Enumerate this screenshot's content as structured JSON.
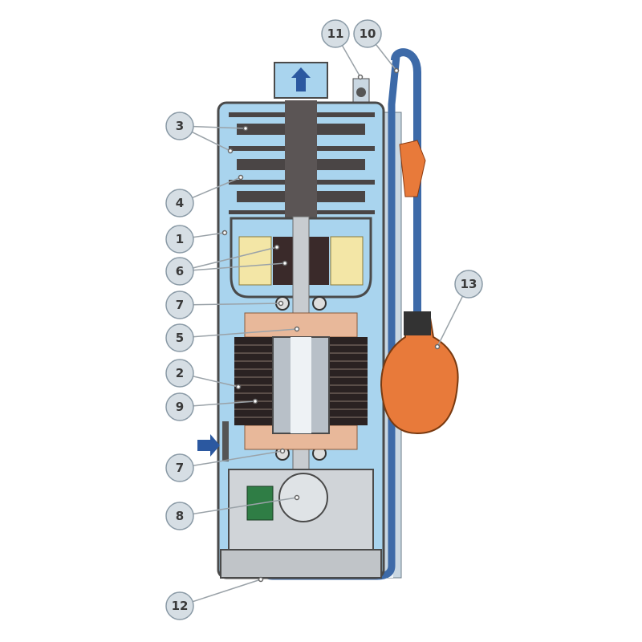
{
  "colors": {
    "water": "#a9d4ee",
    "casing": "#5a5a5a",
    "impeller": "#4a4545",
    "hose": "#3d6aa8",
    "float": "#e87a3a",
    "winding": "#e8b89a",
    "capacitor": "#2f7d45",
    "callout_fill": "#d6dee4",
    "callout_stroke": "#8a9aa6",
    "flow_arrow": "#2b58a0"
  },
  "callouts": [
    {
      "label": "11"
    },
    {
      "label": "10"
    },
    {
      "label": "3"
    },
    {
      "label": "4"
    },
    {
      "label": "1"
    },
    {
      "label": "6"
    },
    {
      "label": "7"
    },
    {
      "label": "5"
    },
    {
      "label": "2"
    },
    {
      "label": "9"
    },
    {
      "label": "7"
    },
    {
      "label": "8"
    },
    {
      "label": "12"
    },
    {
      "label": "13"
    }
  ],
  "icons": {
    "outlet_arrow": "arrow-up-icon",
    "inlet_arrow": "arrow-right-icon"
  }
}
